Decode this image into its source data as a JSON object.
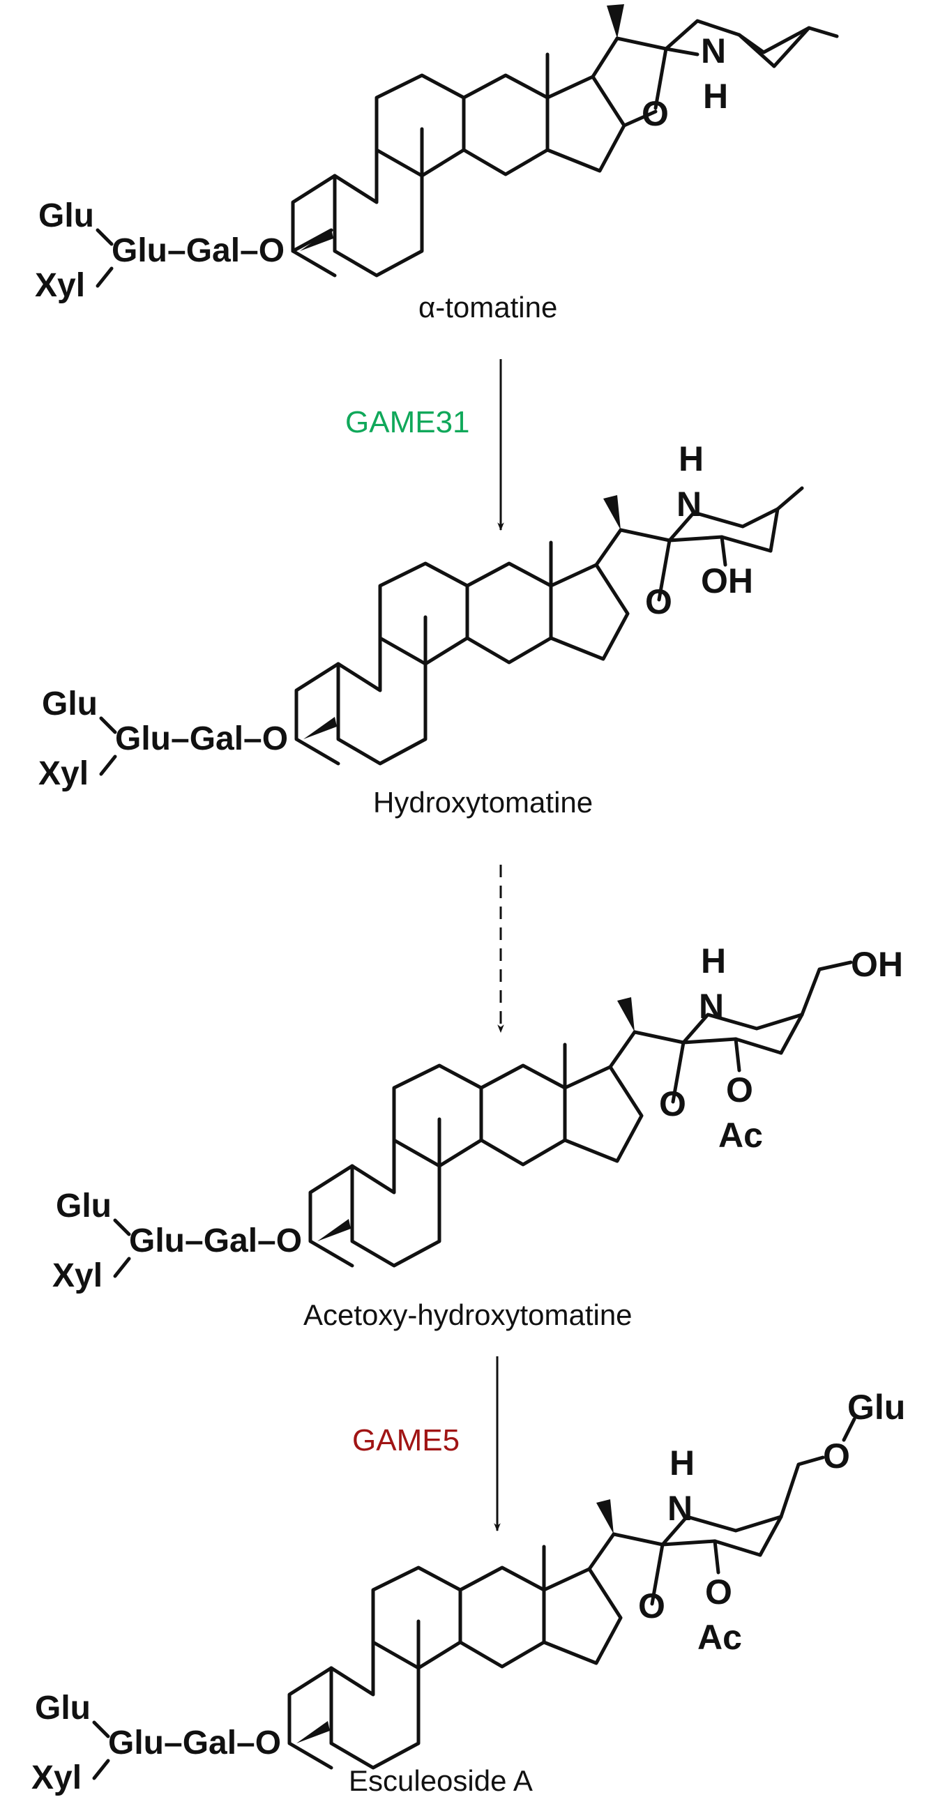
{
  "compounds": [
    {
      "name": "α-tomatine",
      "hydroxyl_color": "#111111",
      "substituent_color": "#111111"
    },
    {
      "name": "Hydroxytomatine",
      "hydroxyl_color": "#10a85a",
      "substituent_color": "#111111"
    },
    {
      "name": "Acetoxy-hydroxytomatine",
      "hydroxyl_color": "#111111",
      "substituent_color": "#111111"
    },
    {
      "name": "Esculeoside A",
      "hydroxyl_color": "#111111",
      "substituent_color": "#a01414"
    }
  ],
  "steps": [
    {
      "enzyme": "GAME31",
      "color": "#10a85a",
      "style": "solid"
    },
    {
      "enzyme": "",
      "color": "#111111",
      "style": "dashed"
    },
    {
      "enzyme": "GAME5",
      "color": "#a01414",
      "style": "solid"
    }
  ],
  "atoms": {
    "sugar_top": "Glu",
    "sugar_mid": "Glu–Gal–O",
    "sugar_bottom": "Xyl",
    "nitrogen": "N",
    "hydrogen": "H",
    "ring_oxygen": "O",
    "hydroxyl": "OH",
    "acetoxy_o": "O",
    "acetyl": "Ac",
    "glucosyl_o": "O",
    "glucosyl": "Glu"
  }
}
